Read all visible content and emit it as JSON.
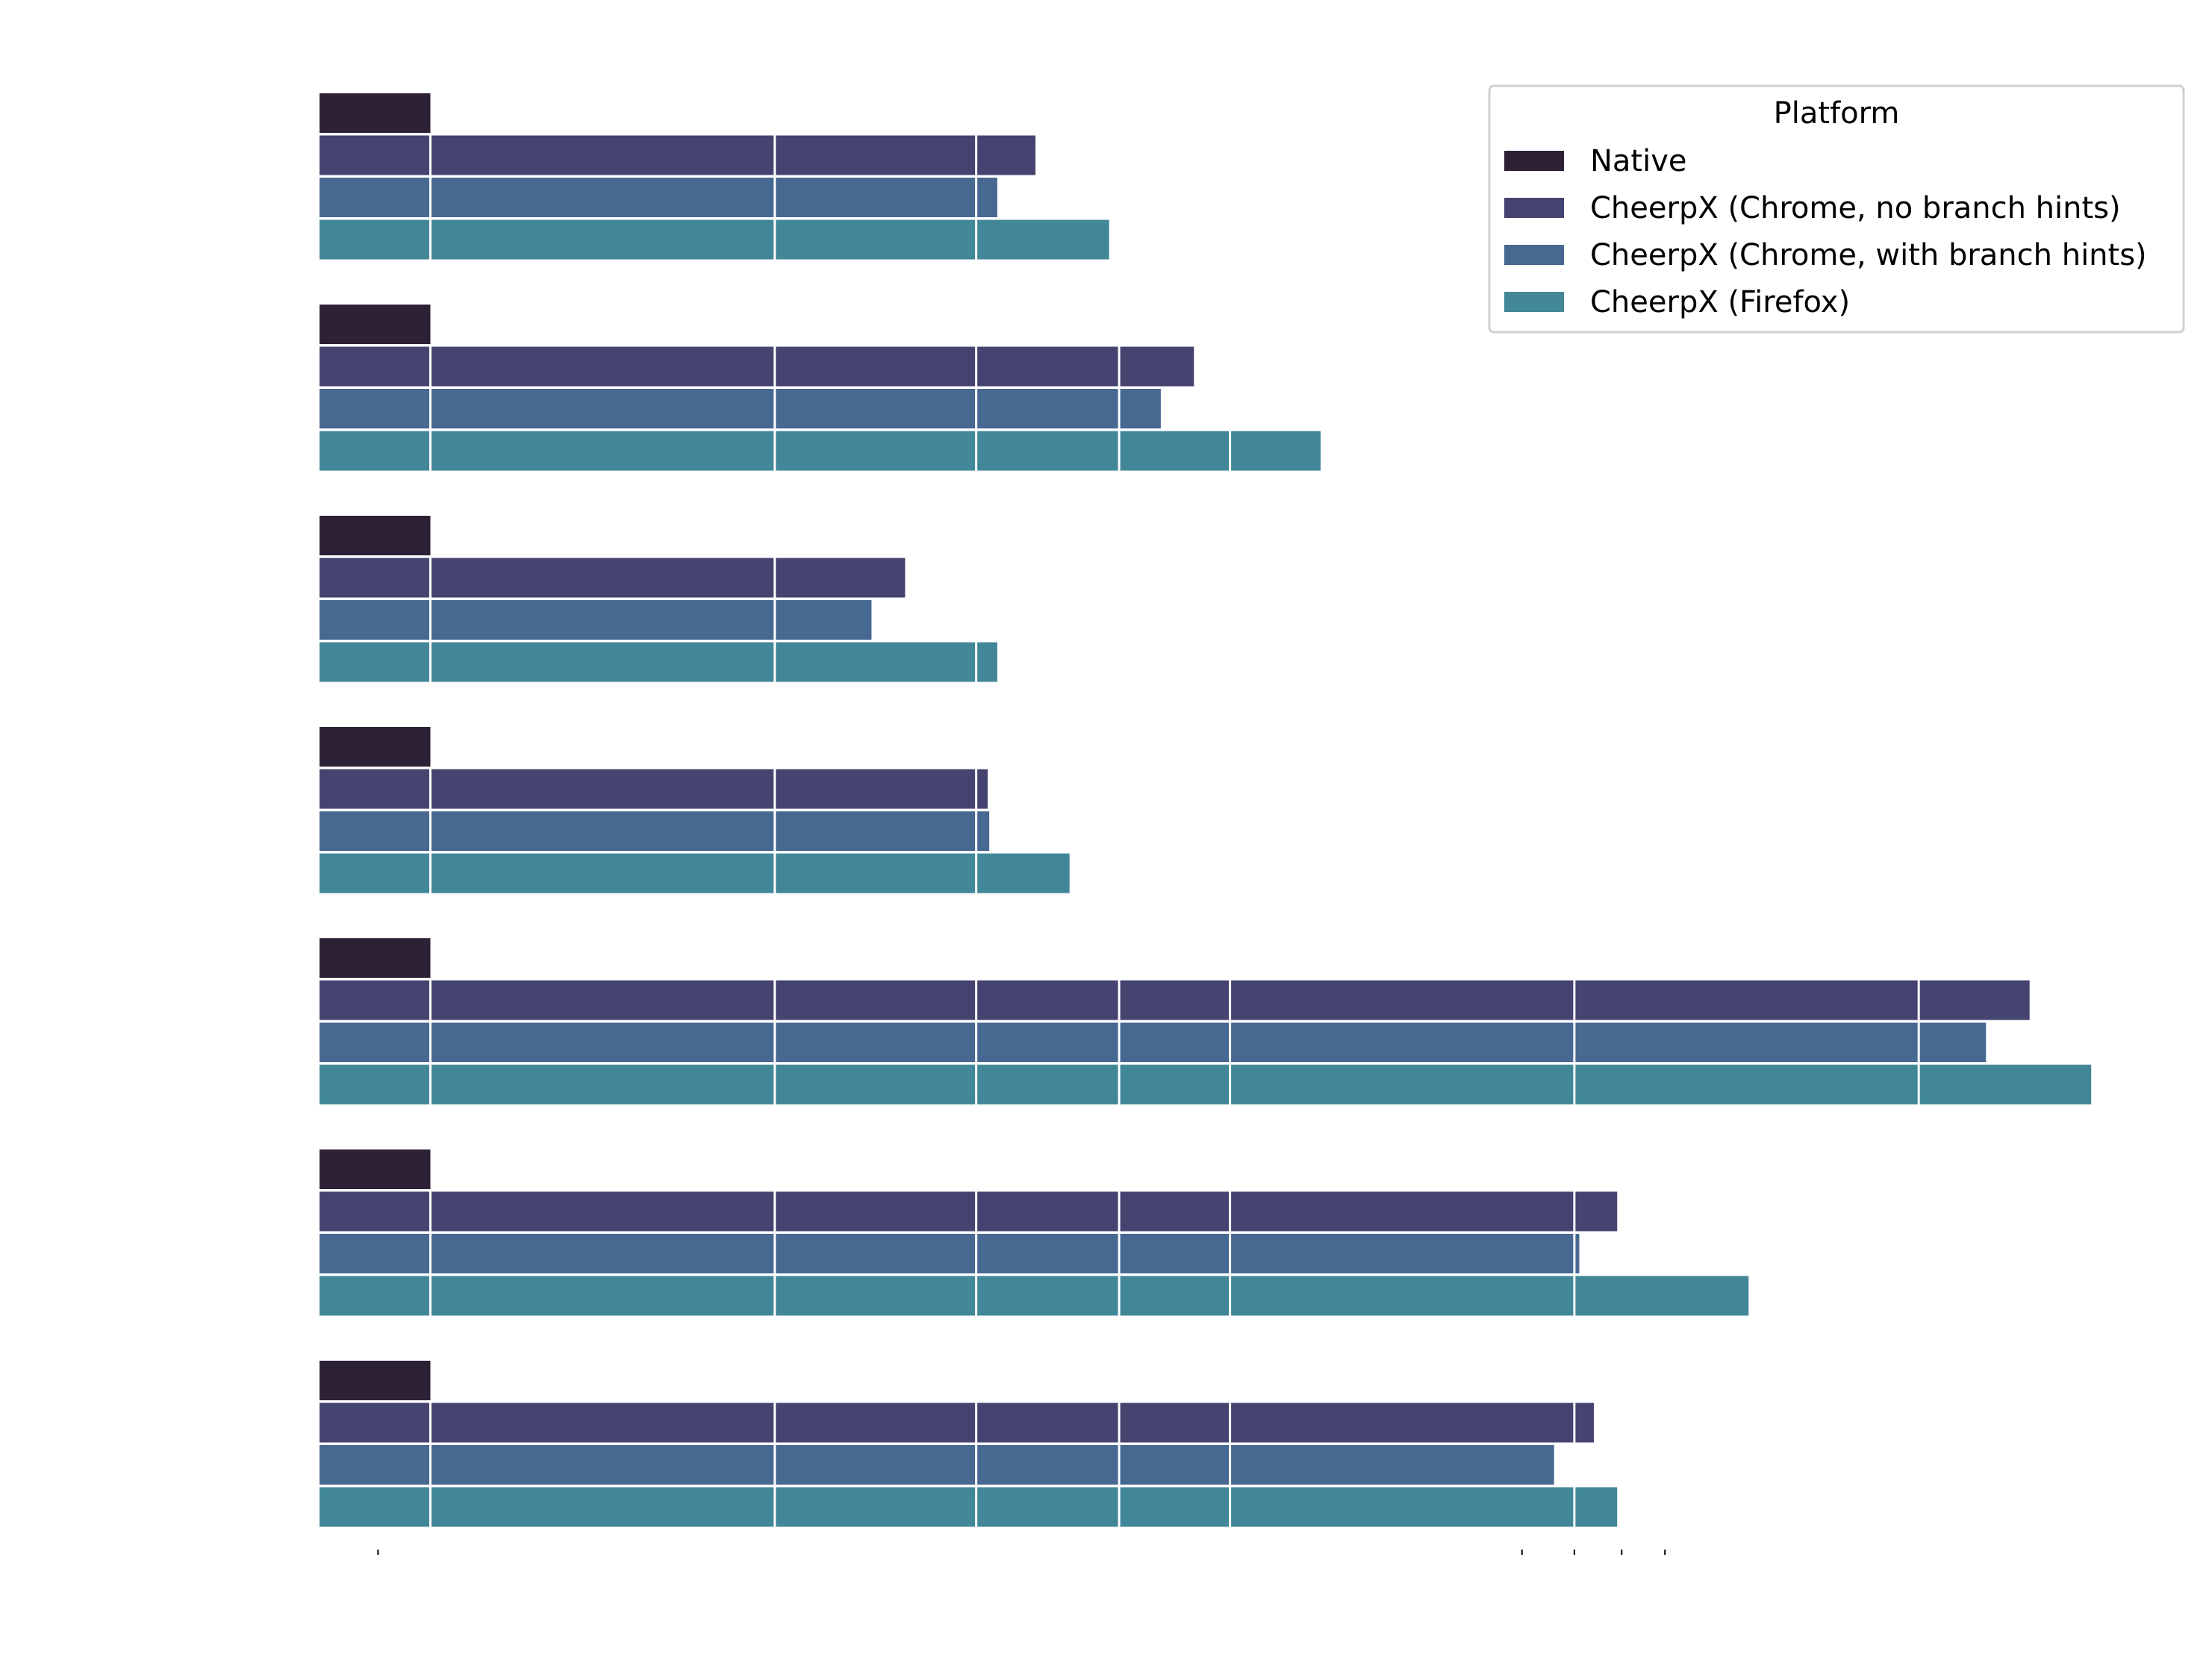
{
  "chart_data": {
    "type": "bar",
    "orientation": "horizontal",
    "xscale": "log",
    "xlim": [
      0.8,
      30
    ],
    "grid": {
      "x": true,
      "y": false,
      "color": "#ffffff"
    },
    "categories": [
      "",
      "",
      "",
      "",
      "",
      "",
      ""
    ],
    "series": [
      {
        "name": "Native",
        "color": "#2d2136",
        "values": [
          1,
          1,
          1,
          1,
          1,
          1,
          1
        ]
      },
      {
        "name": "CheerpX (Chrome, no branch hints)",
        "color": "#454370",
        "values": [
          3.38,
          4.65,
          2.6,
          3.07,
          25.0,
          10.9,
          10.4
        ]
      },
      {
        "name": "CheerpX (Chrome, with branch hints)",
        "color": "#466891",
        "values": [
          3.13,
          4.35,
          2.43,
          3.08,
          22.9,
          10.1,
          9.6
        ]
      },
      {
        "name": "CheerpX (Firefox)",
        "color": "#418798",
        "values": [
          3.92,
          6.0,
          3.13,
          3.62,
          28.3,
          14.2,
          10.9
        ]
      }
    ],
    "legend": {
      "title": "Platform",
      "position": "top-right"
    }
  }
}
